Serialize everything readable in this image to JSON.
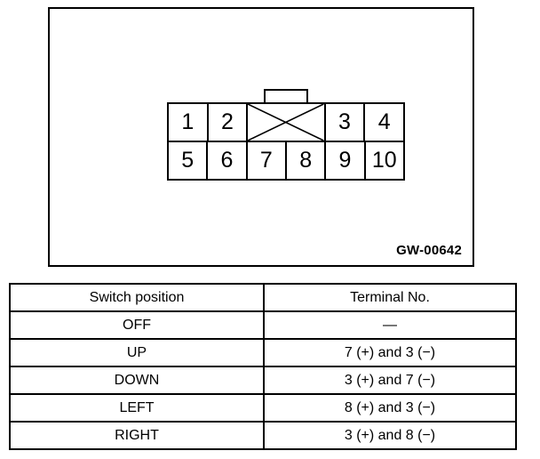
{
  "diagram": {
    "reference_code": "GW-00642",
    "connector": {
      "name": "10-pin connector face view",
      "tab_name": "locking-tab",
      "top_row": [
        {
          "label": "1",
          "blank": false
        },
        {
          "label": "2",
          "blank": false
        },
        {
          "label": "",
          "blank": true
        },
        {
          "label": "3",
          "blank": false
        },
        {
          "label": "4",
          "blank": false
        }
      ],
      "bottom_row": [
        {
          "label": "5",
          "blank": false
        },
        {
          "label": "6",
          "blank": false
        },
        {
          "label": "7",
          "blank": false
        },
        {
          "label": "8",
          "blank": false
        },
        {
          "label": "9",
          "blank": false
        },
        {
          "label": "10",
          "blank": false
        }
      ]
    }
  },
  "table": {
    "headers": [
      "Switch position",
      "Terminal No."
    ],
    "rows": [
      {
        "position": "OFF",
        "terminals": "—"
      },
      {
        "position": "UP",
        "terminals": "7 (+) and 3 (−)"
      },
      {
        "position": "DOWN",
        "terminals": "3 (+) and 7 (−)"
      },
      {
        "position": "LEFT",
        "terminals": "8 (+) and 3 (−)"
      },
      {
        "position": "RIGHT",
        "terminals": "3 (+) and 8 (−)"
      }
    ]
  },
  "colors": {
    "line": "#000000",
    "background": "#ffffff"
  }
}
